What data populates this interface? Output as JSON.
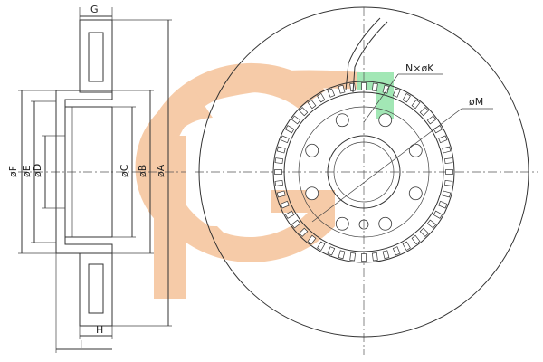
{
  "labels": {
    "g": "G",
    "h": "H",
    "i": "I",
    "phi_f": "øF",
    "phi_e": "øE",
    "phi_d": "øD",
    "phi_c": "øC",
    "phi_b": "øB",
    "phi_a": "øA",
    "n_x_phi_k": "N×øK",
    "phi_m": "øM"
  },
  "colors": {
    "line": "#333333",
    "logo_orange": "#f6c9a4",
    "logo_green": "#9ee6b2"
  }
}
